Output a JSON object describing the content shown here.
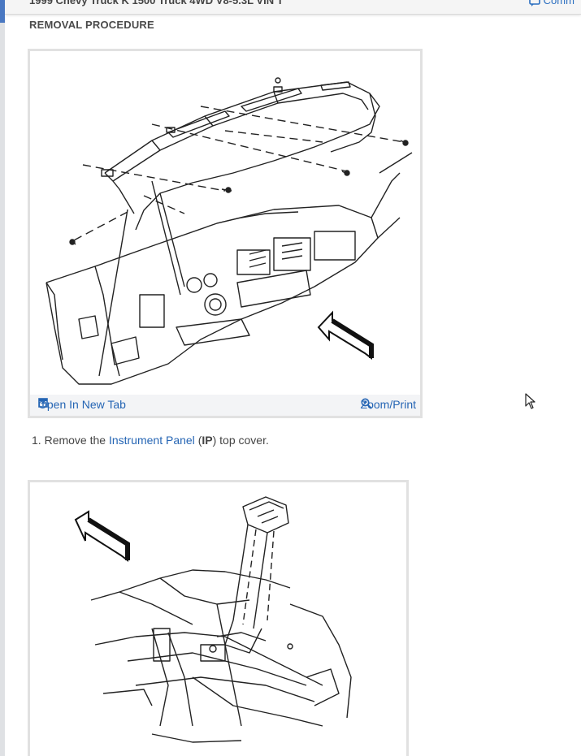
{
  "header": {
    "title": "1999 Chevy Truck K 1500 Truck 4WD V8-5.3L VIN T",
    "comment_label": "Comm"
  },
  "section": {
    "heading": "REMOVAL PROCEDURE"
  },
  "figures": [
    {
      "open_tab_label": "Open In New Tab",
      "zoom_label": "Zoom/Print"
    }
  ],
  "steps": [
    {
      "number": "1.",
      "text_before": "Remove the",
      "link": "Instrument Panel",
      "paren_open": "(",
      "bold": "IP",
      "paren_close": ")",
      "text_after": "top cover."
    }
  ],
  "colors": {
    "link": "#2565b4",
    "accent": "#4a78c2",
    "toolbar_bg": "#f3f4f6"
  },
  "icons": {
    "open_tab": "open-new-tab-icon",
    "zoom": "zoom-in-icon",
    "comment": "comment-icon",
    "cursor": "mouse-pointer-icon"
  }
}
